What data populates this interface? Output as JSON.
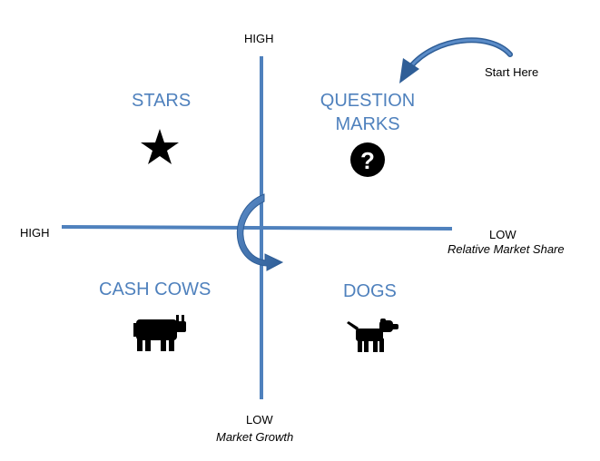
{
  "vertical_axis": {
    "top_label": "HIGH",
    "bottom_label": "LOW",
    "title": "Market Growth"
  },
  "horizontal_axis": {
    "left_label": "HIGH",
    "right_label": "LOW",
    "title": "Relative Market Share"
  },
  "quadrants": {
    "stars": {
      "label": "STARS",
      "icon": "star-icon"
    },
    "question_marks": {
      "label_line1": "QUESTION",
      "label_line2": "MARKS",
      "icon": "question-mark-icon"
    },
    "cash_cows": {
      "label": "CASH COWS",
      "icon": "cow-icon"
    },
    "dogs": {
      "label": "DOGS",
      "icon": "dog-icon"
    }
  },
  "start_note": "Start Here",
  "colors": {
    "axis": "#4f81bd",
    "quadrant_text": "#4f81bd",
    "arrow": "#4f81bd",
    "icon": "#000000"
  }
}
